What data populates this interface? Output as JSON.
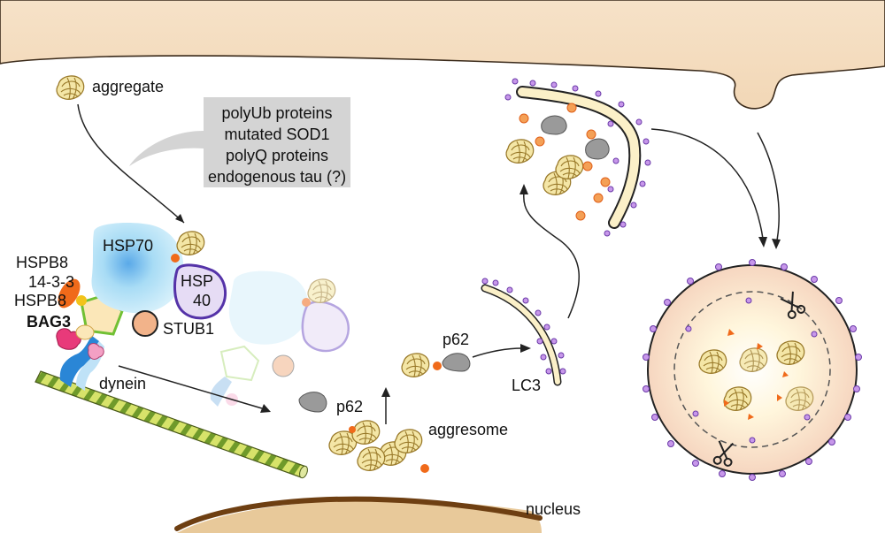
{
  "labels": {
    "aggregate": "aggregate",
    "hsp70": "HSP70",
    "hsp40_line1": "HSP",
    "hsp40_line2": "40",
    "hspb8_top": "HSPB8",
    "protein_1433": "14-3-3",
    "hspb8_bottom": "HSPB8",
    "bag3": "BAG3",
    "stub1": "STUB1",
    "dynein": "dynein",
    "p62_a": "p62",
    "p62_b": "p62",
    "aggresome": "aggresome",
    "lc3": "LC3",
    "nucleus": "nucleus"
  },
  "substrates": [
    "polyUb proteins",
    "mutated SOD1",
    "polyQ proteins",
    "endogenous tau (?)"
  ],
  "colors": {
    "cell_membrane": "#f5dcc0",
    "nucleus": "#e8c99a",
    "nucleus_edge": "#7a4a1c",
    "hsp70": "#bfe6f7",
    "hsp40": "#6b3fb7",
    "hsp40_fill": "#e6dcf5",
    "bag3": "#8ed14c",
    "stub1": "#f2b38a",
    "ubiquitin": "#f06a1a",
    "p62": "#9a9a9a",
    "lc3": "#b070e0",
    "microtubule_a": "#c7d95b",
    "microtubule_b": "#7a9f2b",
    "substrate_box": "#d4d4d4",
    "autolysosome": "#f7d9c4"
  }
}
